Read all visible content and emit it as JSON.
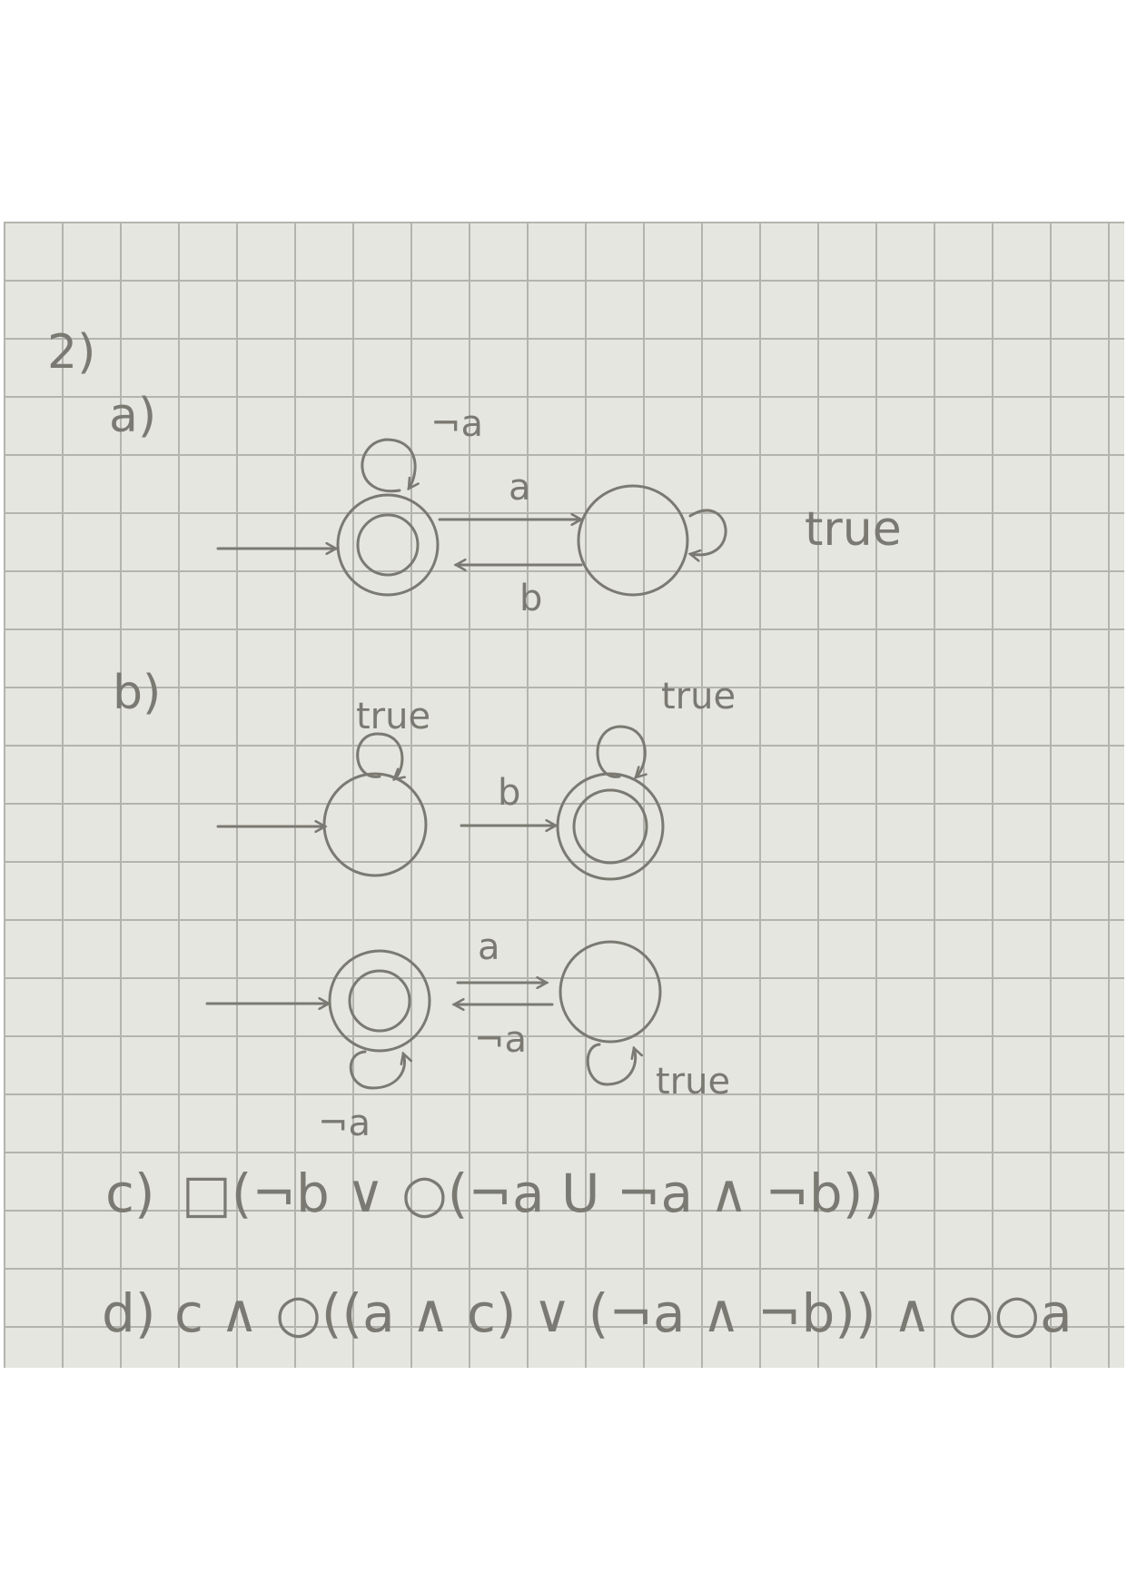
{
  "problem_number": "2)",
  "parts": {
    "a": {
      "label": "a)",
      "loop_start": "¬a",
      "edge_forward": "a",
      "edge_back": "b",
      "loop_end": "true"
    },
    "b": {
      "label": "b)",
      "top": {
        "loop_start": "true",
        "edge": "b",
        "loop_end": "true"
      },
      "bottom": {
        "edge_forward": "a",
        "edge_back": "¬a",
        "loop_start": "¬a",
        "loop_end": "true"
      }
    },
    "c": {
      "label": "c)",
      "formula": "□(¬b ∨ ○(¬a U ¬a ∧ ¬b))"
    },
    "d": {
      "label": "d)",
      "formula": "c ∧ ○((a ∧ c) ∨ (¬a ∧ ¬b)) ∧ ○○a"
    }
  },
  "colors": {
    "paper": "#e6e6e0",
    "grid": "#b4b4ae",
    "pencil": "#7a7a72"
  }
}
